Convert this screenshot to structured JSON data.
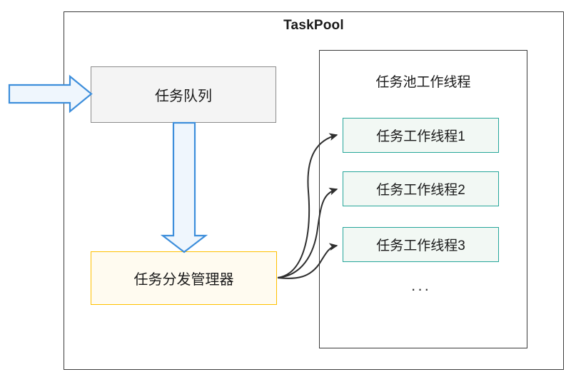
{
  "diagram": {
    "title": "TaskPool",
    "outer_frame_name": "TaskPool"
  },
  "task_queue": {
    "label": "任务队列",
    "border_color": "#8c8c8c",
    "fill_color": "#f4f4f4"
  },
  "dispatcher": {
    "label": "任务分发管理器",
    "border_color": "#ffc000",
    "fill_color": "#fffbf0"
  },
  "worker_pool": {
    "title": "任务池工作线程",
    "border_color": "#3b3b3b",
    "workers": [
      {
        "label": "任务工作线程1"
      },
      {
        "label": "任务工作线程2"
      },
      {
        "label": "任务工作线程3"
      }
    ],
    "ellipsis": "···",
    "worker_border_color": "#26a69a",
    "worker_fill_color": "#f2f8f4"
  },
  "connectors": {
    "inbound_arrow": {
      "name": "incoming-task-arrow",
      "style": "block-arrow",
      "direction": "right",
      "stroke_color": "#3d8edb",
      "fill_color": "#eff6fd"
    },
    "queue_to_dispatcher_arrow": {
      "name": "queue-to-dispatcher-arrow",
      "style": "block-arrow",
      "direction": "down",
      "stroke_color": "#3d8edb",
      "fill_color": "#eff6fd"
    },
    "dispatch_curves": {
      "name": "dispatch-curve-arrows",
      "count": 3,
      "stroke_color": "#3b3b3b"
    }
  }
}
